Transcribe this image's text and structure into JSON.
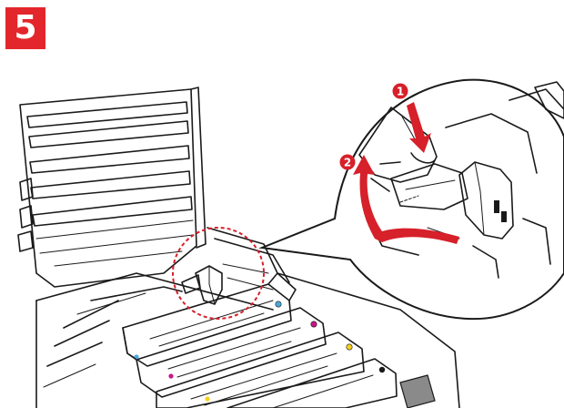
{
  "step": {
    "number": "5",
    "color": "#e3262b"
  },
  "callouts": [
    {
      "label": "1",
      "color": "#d6202a"
    },
    {
      "label": "2",
      "color": "#d6202a"
    }
  ],
  "colors": {
    "toner": "#f6c9c4",
    "lever": "#f0a330",
    "tab": "#7fc3de",
    "focus_circle": "#d6202a",
    "dot_cyan": "#4aa9dd",
    "dot_magenta": "#c8168a",
    "dot_yellow": "#f7d117",
    "dot_black": "#1a1a1a"
  }
}
